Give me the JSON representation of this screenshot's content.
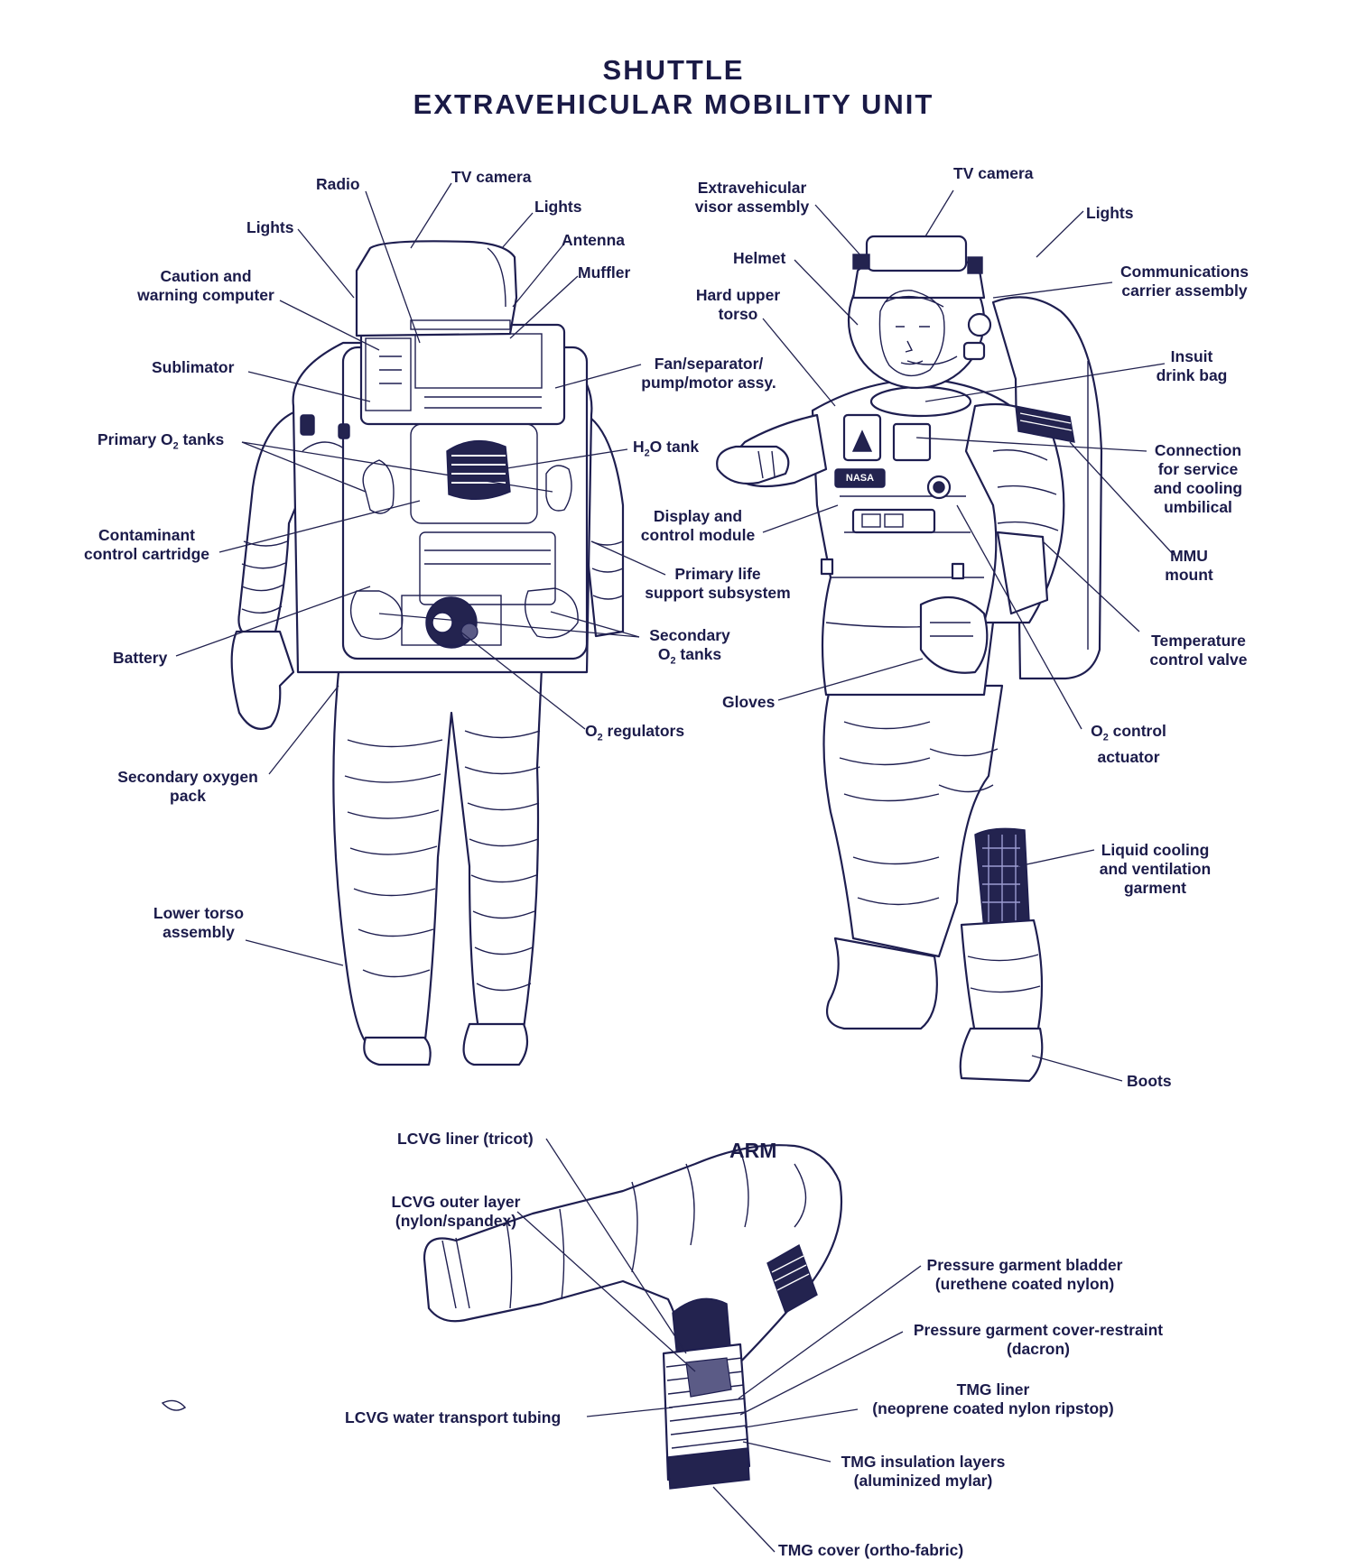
{
  "title_line1": "SHUTTLE",
  "title_line2": "EXTRAVEHICULAR MOBILITY UNIT",
  "arm_title": "ARM",
  "back_labels": {
    "radio": "Radio",
    "tv_camera": "TV camera",
    "lights_left": "Lights",
    "lights_right": "Lights",
    "antenna": "Antenna",
    "muffler": "Muffler",
    "caution_1": "Caution and",
    "caution_2": "warning computer",
    "sublimator": "Sublimator",
    "fan_1": "Fan/separator/",
    "fan_2": "pump/motor assy.",
    "primary_o2_pre": "Primary O",
    "primary_o2_sub": "2",
    "primary_o2_post": " tanks",
    "h2o_pre": "H",
    "h2o_sub": "2",
    "h2o_post": "O tank",
    "contaminant_1": "Contaminant",
    "contaminant_2": "control cartridge",
    "display_1": "Display and",
    "display_2": "control module",
    "plss_1": "Primary life",
    "plss_2": "support subsystem",
    "battery": "Battery",
    "secondary_tanks_1": "Secondary",
    "secondary_tanks_pre": "O",
    "secondary_tanks_sub": "2",
    "secondary_tanks_post": " tanks",
    "o2_reg_pre": "O",
    "o2_reg_sub": "2",
    "o2_reg_post": " regulators",
    "sop_1": "Secondary oxygen",
    "sop_2": "pack",
    "lta_1": "Lower torso",
    "lta_2": "assembly"
  },
  "front_labels": {
    "tv_camera": "TV camera",
    "visor_1": "Extravehicular",
    "visor_2": "visor assembly",
    "lights": "Lights",
    "helmet": "Helmet",
    "comm_1": "Communications",
    "comm_2": "carrier assembly",
    "hut_1": "Hard upper",
    "hut_2": "torso",
    "drink_1": "Insuit",
    "drink_2": "drink bag",
    "conn_1": "Connection",
    "conn_2": "for service",
    "conn_3": "and cooling",
    "conn_4": "umbilical",
    "mmu_1": "MMU",
    "mmu_2": "mount",
    "temp_1": "Temperature",
    "temp_2": "control valve",
    "gloves": "Gloves",
    "o2act_pre": "O",
    "o2act_sub": "2",
    "o2act_post": " control",
    "o2act_2": "actuator",
    "lcvg_1": "Liquid cooling",
    "lcvg_2": "and ventilation",
    "lcvg_3": "garment",
    "boots": "Boots",
    "nasa_patch": "NASA"
  },
  "arm_labels": {
    "liner": "LCVG liner (tricot)",
    "outer_1": "LCVG outer layer",
    "outer_2": "(nylon/spandex)",
    "tubing": "LCVG water transport tubing",
    "bladder_1": "Pressure garment bladder",
    "bladder_2": "(urethene coated nylon)",
    "restraint_1": "Pressure garment cover-restraint",
    "restraint_2": "(dacron)",
    "tmg_liner_1": "TMG liner",
    "tmg_liner_2": "(neoprene coated nylon ripstop)",
    "tmg_ins_1": "TMG insulation layers",
    "tmg_ins_2": "(aluminized mylar)",
    "tmg_cover": "TMG cover (ortho-fabric)"
  }
}
